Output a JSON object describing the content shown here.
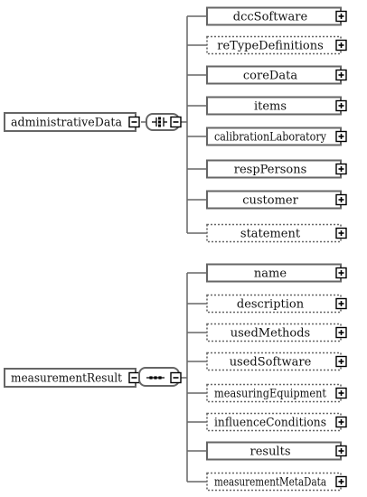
{
  "schema_groups": [
    {
      "root": {
        "label": "administrativeData",
        "collapsible": true
      },
      "compositor": {
        "kind": "all",
        "collapsible": true
      },
      "children": [
        {
          "label": "dccSoftware",
          "optional": false,
          "expandable": true
        },
        {
          "label": "reTypeDefinitions",
          "optional": true,
          "expandable": true
        },
        {
          "label": "coreData",
          "optional": false,
          "expandable": true
        },
        {
          "label": "items",
          "optional": false,
          "expandable": true
        },
        {
          "label": "calibrationLaboratory",
          "optional": false,
          "expandable": true
        },
        {
          "label": "respPersons",
          "optional": false,
          "expandable": true
        },
        {
          "label": "customer",
          "optional": false,
          "expandable": true
        },
        {
          "label": "statement",
          "optional": true,
          "expandable": true
        }
      ]
    },
    {
      "root": {
        "label": "measurementResult",
        "collapsible": true
      },
      "compositor": {
        "kind": "sequence",
        "collapsible": true
      },
      "children": [
        {
          "label": "name",
          "optional": false,
          "expandable": true
        },
        {
          "label": "description",
          "optional": true,
          "expandable": true
        },
        {
          "label": "usedMethods",
          "optional": true,
          "expandable": true
        },
        {
          "label": "usedSoftware",
          "optional": true,
          "expandable": true
        },
        {
          "label": "measuringEquipment",
          "optional": true,
          "expandable": true
        },
        {
          "label": "influenceConditions",
          "optional": true,
          "expandable": true
        },
        {
          "label": "results",
          "optional": false,
          "expandable": true
        },
        {
          "label": "measurementMetaData",
          "optional": true,
          "expandable": true
        }
      ]
    }
  ]
}
